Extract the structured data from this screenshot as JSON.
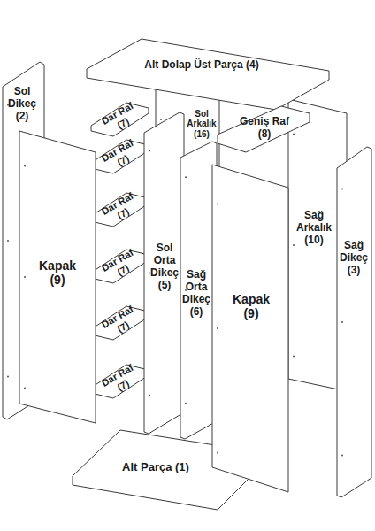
{
  "diagram": {
    "nodes": [
      {
        "text": [
          "Sol Dikeç (2)"
        ]
      },
      {
        "text": [
          "Alt Dolap Üst Parça (4)"
        ]
      },
      {
        "text": [
          "Dar Raf (7)"
        ]
      },
      {
        "text": [
          "Dar Raf (7)"
        ]
      },
      {
        "text": [
          "Dar Raf (7)"
        ]
      },
      {
        "text": [
          "Dar Raf (7)"
        ]
      },
      {
        "text": [
          "Dar Raf (7)"
        ]
      },
      {
        "text": [
          "Dar Raf (7)"
        ]
      },
      {
        "text": [
          "Kapak (9)"
        ]
      },
      {
        "text": [
          "Sol Orta Dikeç (5)"
        ]
      },
      {
        "text": [
          "Sol Arkalık (16)"
        ]
      },
      {
        "text": [
          "Geniş Raf (8)"
        ]
      },
      {
        "text": [
          "Sağ Orta Dikeç (6)"
        ]
      },
      {
        "text": [
          "Kapak (9)"
        ]
      },
      {
        "text": [
          "Sağ Arkalık (10)"
        ]
      },
      {
        "text": [
          "Sağ Dikeç (3)"
        ]
      },
      {
        "text": [
          "Alt Parça (1)"
        ]
      }
    ]
  }
}
